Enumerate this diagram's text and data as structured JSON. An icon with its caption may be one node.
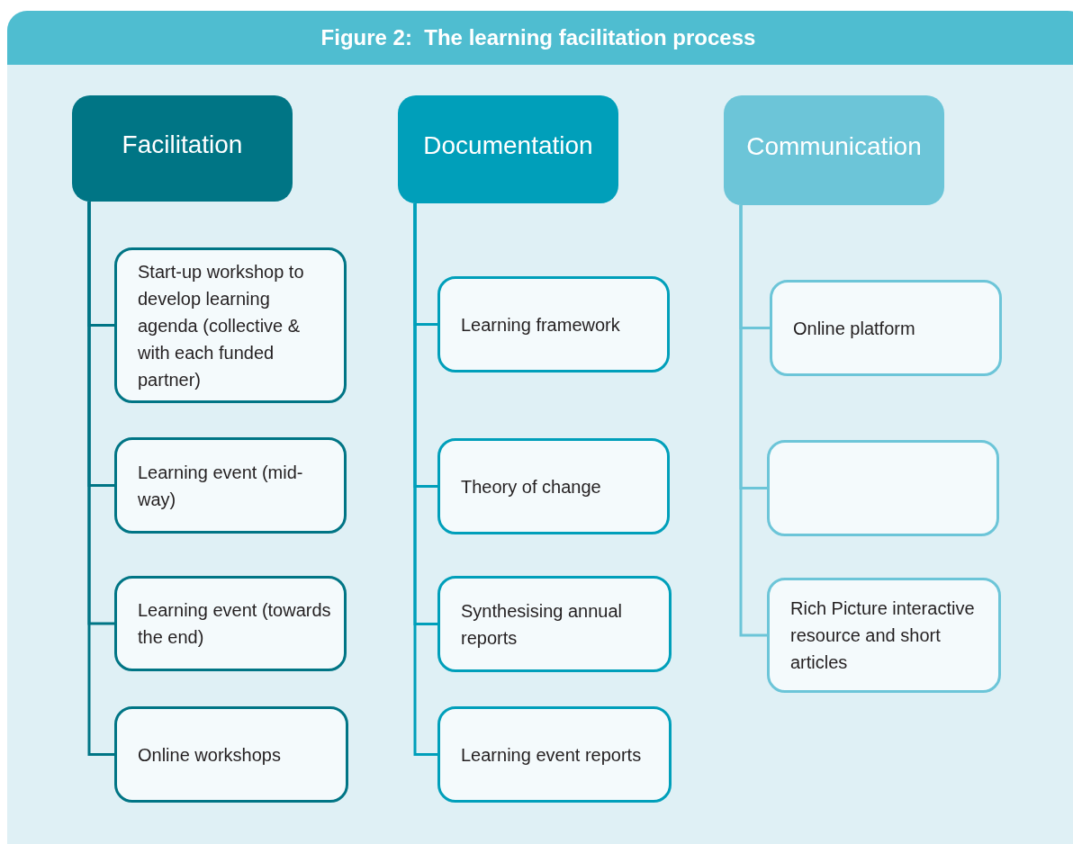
{
  "diagram": {
    "title": "Figure 2:  The learning facilitation process",
    "nodes": [
      {
        "text": [
          "Facilitation"
        ]
      },
      {
        "text": [
          "Start-up workshop to develop learning agenda (collective & with each funded partner)"
        ]
      },
      {
        "text": [
          "Learning event (mid-way)"
        ]
      },
      {
        "text": [
          "Learning event (towards the end)"
        ]
      },
      {
        "text": [
          "Online workshops"
        ]
      },
      {
        "text": [
          "Documentation"
        ]
      },
      {
        "text": [
          "Learning framework"
        ]
      },
      {
        "text": [
          "Theory of change"
        ]
      },
      {
        "text": [
          "Synthesising annual reports"
        ]
      },
      {
        "text": [
          "Learning event reports"
        ]
      },
      {
        "text": [
          "Communication"
        ]
      },
      {
        "text": [
          "Online platform"
        ]
      },
      {
        "text": [],
        "shape": "box"
      },
      {
        "text": [
          "Rich Picture interactive resource and short articles"
        ]
      }
    ],
    "edges": [
      {
        "from": 0,
        "to": 1,
        "arrow": "none",
        "color": "#007585"
      },
      {
        "from": 0,
        "to": 2,
        "arrow": "none",
        "color": "#007585"
      },
      {
        "from": 0,
        "to": 3,
        "arrow": "none",
        "color": "#007585"
      },
      {
        "from": 0,
        "to": 4,
        "arrow": "none",
        "color": "#007585"
      },
      {
        "from": 5,
        "to": 6,
        "arrow": "none",
        "color": "#009fba"
      },
      {
        "from": 5,
        "to": 7,
        "arrow": "none",
        "color": "#009fba"
      },
      {
        "from": 5,
        "to": 8,
        "arrow": "none",
        "color": "#009fba"
      },
      {
        "from": 5,
        "to": 9,
        "arrow": "none",
        "color": "#009fba"
      },
      {
        "from": 10,
        "to": 11,
        "arrow": "none",
        "color": "#6cc5d8"
      },
      {
        "from": 10,
        "to": 12,
        "arrow": "none",
        "color": "#6cc5d8"
      },
      {
        "from": 10,
        "to": 13,
        "arrow": "none",
        "color": "#6cc5d8"
      }
    ]
  }
}
